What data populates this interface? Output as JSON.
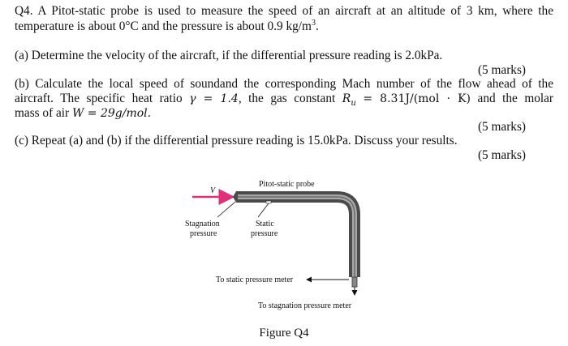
{
  "question": {
    "line1": "Q4. A Pitot-static probe is used to measure the speed of an aircraft at an altitude of 3 km, where the",
    "line2_a": "temperature is about 0°C and the pressure is about 0.9 kg/m",
    "line2_sup": "3",
    "line2_b": "."
  },
  "part_a": {
    "text": "(a) Determine the velocity of the aircraft, if the differential pressure reading is 2.0kPa.",
    "marks": "(5 marks)"
  },
  "part_b": {
    "line1": "(b) Calculate the local speed of soundand the corresponding Mach number of the flow ahead of the",
    "line2_a": "aircraft. The specific heat ratio",
    "gamma_eq": "γ = 1.4",
    "line2_b": ", the gas constant",
    "ru_sym": "R",
    "ru_sub": "u",
    "ru_val": "= 8.31J/(mol · K)",
    "line2_c": "and the molar",
    "line3_a": "mass of air",
    "w_eq": "W = 29g/mol.",
    "marks": "(5 marks)"
  },
  "part_c": {
    "text": "(c) Repeat (a) and (b) if the differential pressure reading is 15.0kPa. Discuss your results.",
    "marks": "(5 marks)"
  },
  "figure": {
    "velocity_label": "V",
    "probe_label": "Pitot-static probe",
    "stagnation_label_1": "Stagnation",
    "stagnation_label_2": "pressure",
    "static_label_1": "Static",
    "static_label_2": "pressure",
    "static_meter_label": "To static pressure meter",
    "stagnation_meter_label": "To stagnation pressure meter",
    "caption": "Figure Q4",
    "colors": {
      "arrow": "#e0307a",
      "probe_outer": "#4a4a4a",
      "probe_inner": "#9a9a9a",
      "ink": "#111111"
    }
  }
}
